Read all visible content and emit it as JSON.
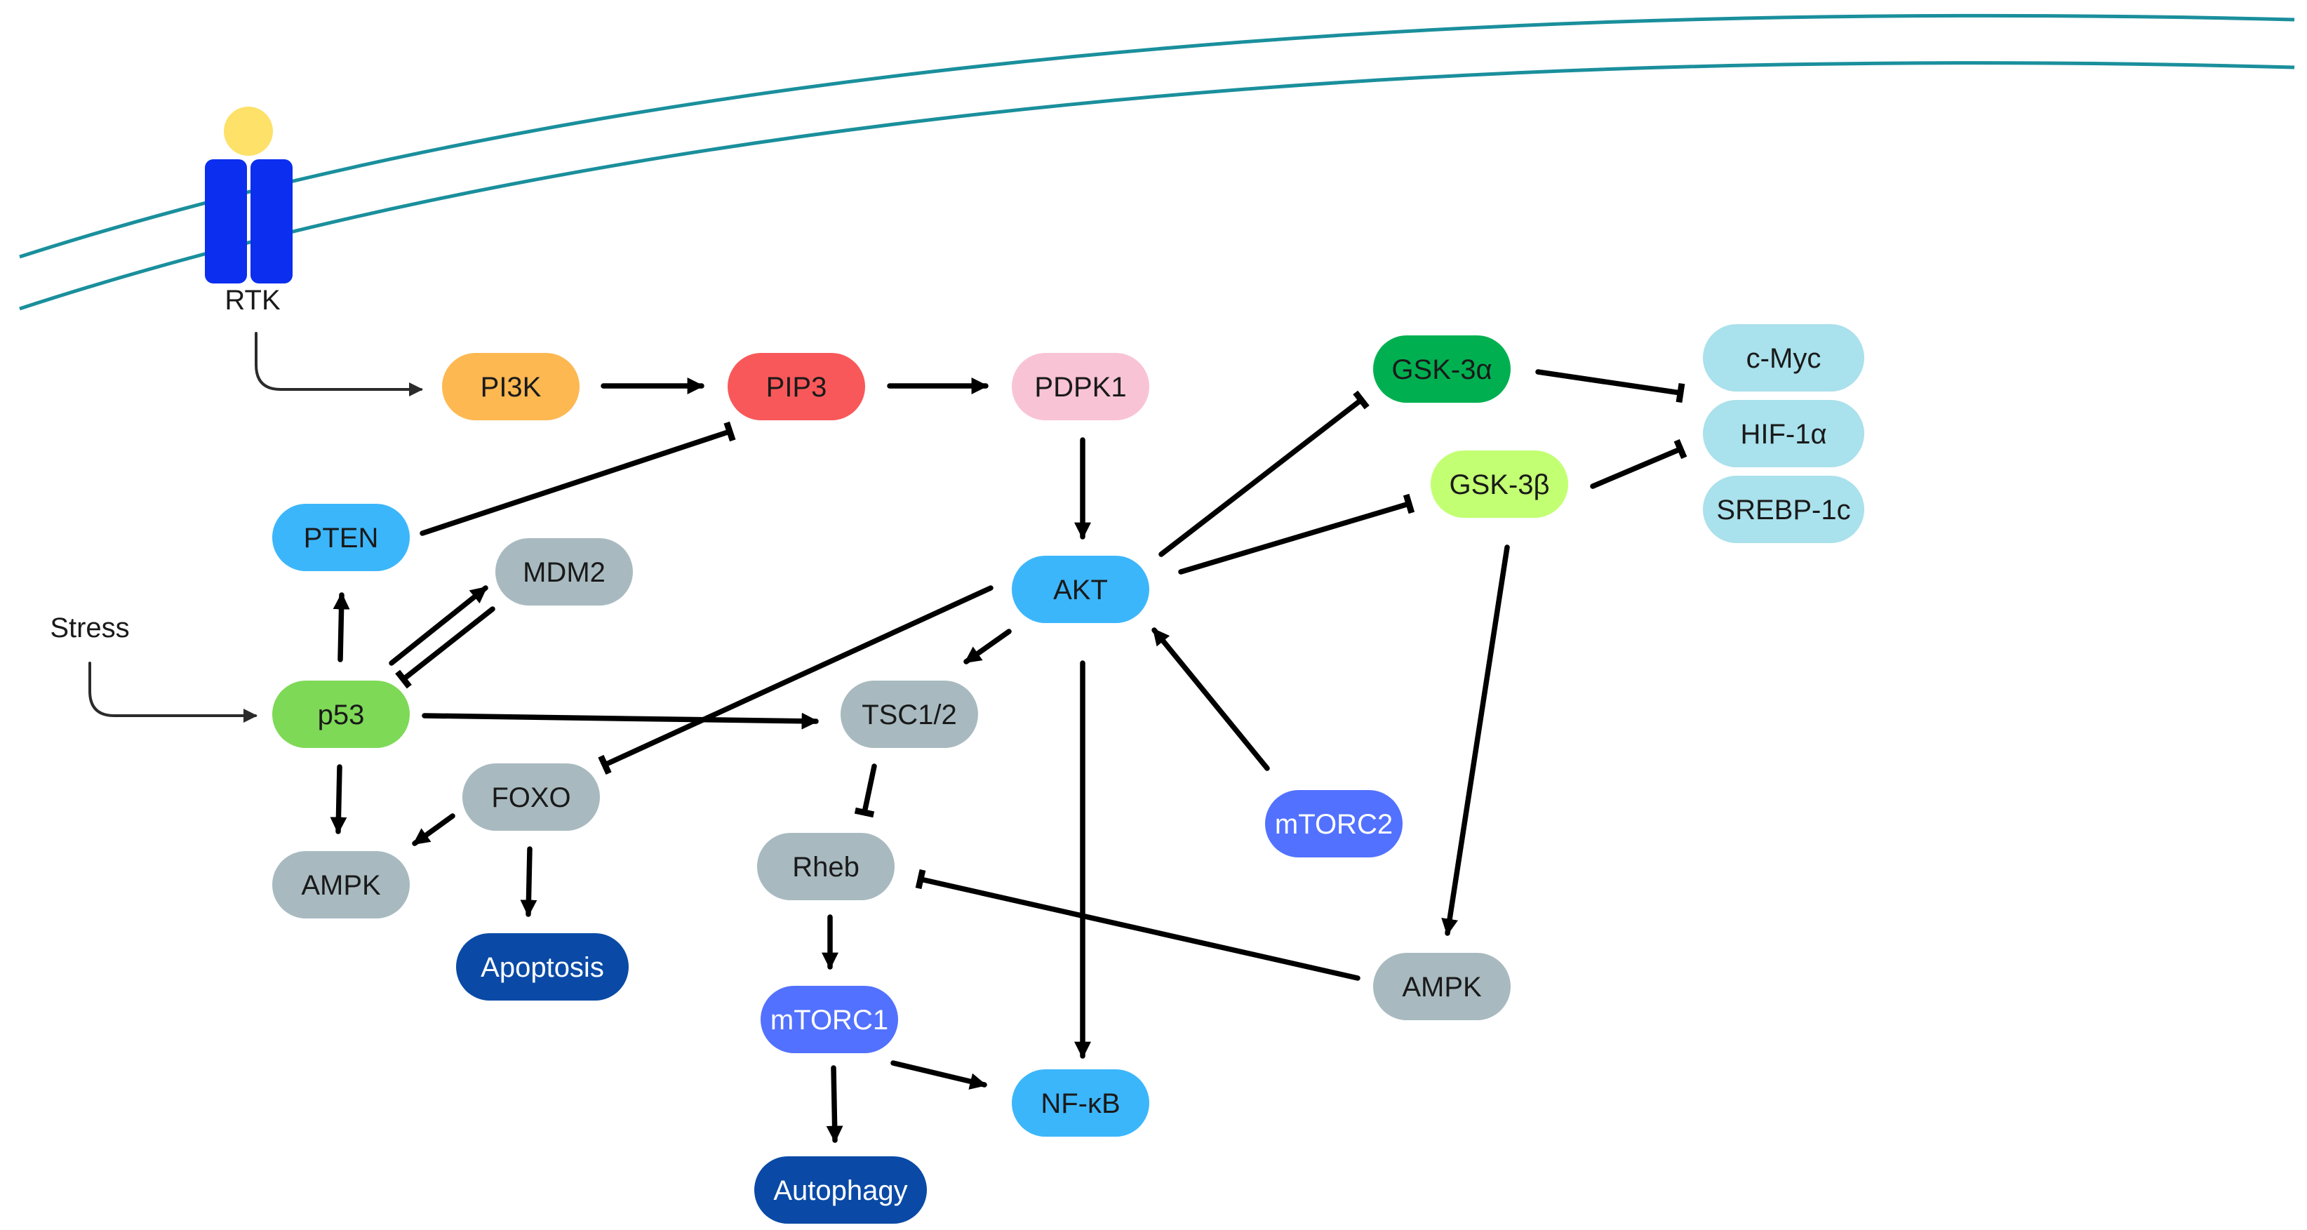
{
  "receptor": {
    "label": "RTK",
    "head_color": "#fde168",
    "body_color": "#0b2eef"
  },
  "membrane_color": "#1a8f9c",
  "free_labels": {
    "stress": "Stress"
  },
  "nodes": [
    {
      "id": "pi3k",
      "label": "PI3K",
      "color": "#fdb852",
      "text": "#1a1a1a"
    },
    {
      "id": "pip3",
      "label": "PIP3",
      "color": "#f9585a",
      "text": "#1a1a1a"
    },
    {
      "id": "pdpk1",
      "label": "PDPK1",
      "color": "#f9c3d6",
      "text": "#1a1a1a"
    },
    {
      "id": "pten",
      "label": "PTEN",
      "color": "#3cb6fb",
      "text": "#1a1a1a"
    },
    {
      "id": "mdm2",
      "label": "MDM2",
      "color": "#a8bac0",
      "text": "#1a1a1a"
    },
    {
      "id": "p53",
      "label": "p53",
      "color": "#7ed957",
      "text": "#1a1a1a"
    },
    {
      "id": "akt",
      "label": "AKT",
      "color": "#3cb6fb",
      "text": "#1a1a1a"
    },
    {
      "id": "tsc12",
      "label": "TSC1/2",
      "color": "#a8bac0",
      "text": "#1a1a1a"
    },
    {
      "id": "foxo",
      "label": "FOXO",
      "color": "#a8bac0",
      "text": "#1a1a1a"
    },
    {
      "id": "ampk1",
      "label": "AMPK",
      "color": "#a8bac0",
      "text": "#1a1a1a"
    },
    {
      "id": "apoptosis",
      "label": "Apoptosis",
      "color": "#0a4aa6",
      "text": "#ffffff"
    },
    {
      "id": "rheb",
      "label": "Rheb",
      "color": "#a8bac0",
      "text": "#1a1a1a"
    },
    {
      "id": "mtorc1",
      "label": "mTORC1",
      "color": "#5271ff",
      "text": "#ffffff"
    },
    {
      "id": "autophagy",
      "label": "Autophagy",
      "color": "#0a4aa6",
      "text": "#ffffff"
    },
    {
      "id": "nfkb",
      "label": "NF-κB",
      "color": "#3cb6fb",
      "text": "#1a1a1a"
    },
    {
      "id": "mtorc2",
      "label": "mTORC2",
      "color": "#5271ff",
      "text": "#ffffff"
    },
    {
      "id": "gsk3a",
      "label": "GSK-3α",
      "color": "#00b050",
      "text": "#1a1a1a"
    },
    {
      "id": "gsk3b",
      "label": "GSK-3β",
      "color": "#c2ff72",
      "text": "#1a1a1a"
    },
    {
      "id": "ampk2",
      "label": "AMPK",
      "color": "#a8bac0",
      "text": "#1a1a1a"
    },
    {
      "id": "cmyc",
      "label": "c-Myc",
      "color": "#a9e1ec",
      "text": "#1a1a1a"
    },
    {
      "id": "hif1a",
      "label": "HIF-1α",
      "color": "#a9e1ec",
      "text": "#1a1a1a"
    },
    {
      "id": "srebp1c",
      "label": "SREBP-1c",
      "color": "#a9e1ec",
      "text": "#1a1a1a"
    }
  ],
  "edges": [
    {
      "from": "rtk",
      "to": "pi3k",
      "type": "activates"
    },
    {
      "from": "pi3k",
      "to": "pip3",
      "type": "activates"
    },
    {
      "from": "pip3",
      "to": "pdpk1",
      "type": "activates"
    },
    {
      "from": "pdpk1",
      "to": "akt",
      "type": "activates"
    },
    {
      "from": "pten",
      "to": "pip3",
      "type": "inhibits"
    },
    {
      "from": "stress",
      "to": "p53",
      "type": "activates"
    },
    {
      "from": "p53",
      "to": "pten",
      "type": "activates"
    },
    {
      "from": "p53",
      "to": "mdm2",
      "type": "activates"
    },
    {
      "from": "mdm2",
      "to": "p53",
      "type": "inhibits"
    },
    {
      "from": "p53",
      "to": "tsc12",
      "type": "activates"
    },
    {
      "from": "p53",
      "to": "ampk1",
      "type": "activates"
    },
    {
      "from": "akt",
      "to": "foxo",
      "type": "inhibits"
    },
    {
      "from": "akt",
      "to": "tsc12",
      "type": "activates"
    },
    {
      "from": "akt",
      "to": "nfkb",
      "type": "activates"
    },
    {
      "from": "akt",
      "to": "gsk3a",
      "type": "inhibits"
    },
    {
      "from": "akt",
      "to": "gsk3b",
      "type": "inhibits"
    },
    {
      "from": "mtorc2",
      "to": "akt",
      "type": "activates"
    },
    {
      "from": "foxo",
      "to": "ampk1",
      "type": "activates"
    },
    {
      "from": "foxo",
      "to": "apoptosis",
      "type": "activates"
    },
    {
      "from": "tsc12",
      "to": "rheb",
      "type": "inhibits"
    },
    {
      "from": "rheb",
      "to": "mtorc1",
      "type": "activates"
    },
    {
      "from": "mtorc1",
      "to": "autophagy",
      "type": "activates"
    },
    {
      "from": "mtorc1",
      "to": "nfkb",
      "type": "activates"
    },
    {
      "from": "ampk2",
      "to": "rheb",
      "type": "inhibits"
    },
    {
      "from": "gsk3a",
      "to": "cmyc",
      "type": "inhibits"
    },
    {
      "from": "gsk3b",
      "to": "hif1a",
      "type": "inhibits"
    },
    {
      "from": "gsk3b",
      "to": "ampk2",
      "type": "activates"
    }
  ]
}
